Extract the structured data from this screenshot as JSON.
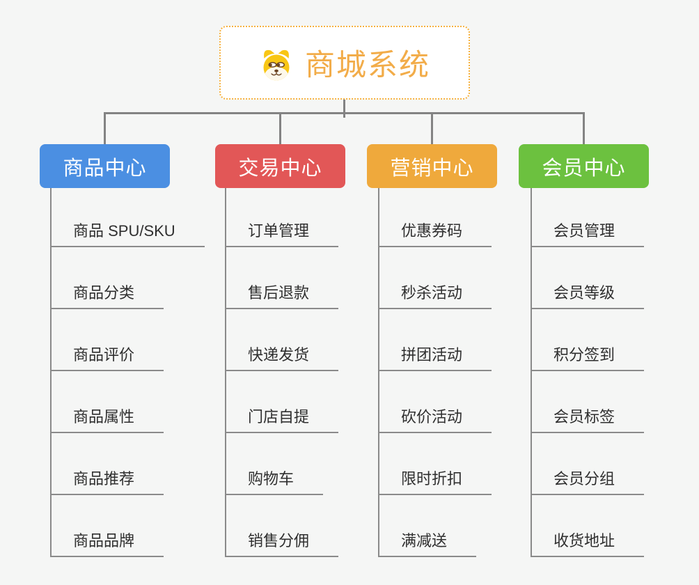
{
  "root": {
    "label": "商城系统",
    "icon": "dog-face-icon",
    "accent_color": "#f2ac49",
    "border_color": "#f6b13e"
  },
  "connector_color": "#838383",
  "branches": [
    {
      "label": "商品中心",
      "color": "#4b8fe2",
      "items": [
        "商品 SPU/SKU",
        "商品分类",
        "商品评价",
        "商品属性",
        "商品推荐",
        "商品品牌"
      ]
    },
    {
      "label": "交易中心",
      "color": "#e25757",
      "items": [
        "订单管理",
        "售后退款",
        "快递发货",
        "门店自提",
        "购物车",
        "销售分佣"
      ]
    },
    {
      "label": "营销中心",
      "color": "#efa93c",
      "items": [
        "优惠券码",
        "秒杀活动",
        "拼团活动",
        "砍价活动",
        "限时折扣",
        "满减送"
      ]
    },
    {
      "label": "会员中心",
      "color": "#6cc13f",
      "items": [
        "会员管理",
        "会员等级",
        "积分签到",
        "会员标签",
        "会员分组",
        "收货地址"
      ]
    }
  ]
}
